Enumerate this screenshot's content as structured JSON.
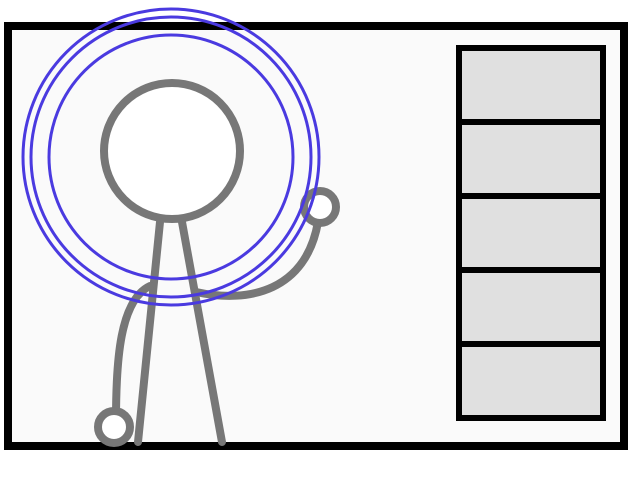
{
  "scene": {
    "frame_border_color": "#000000",
    "canvas_background": "#fafafa",
    "figure_stroke_color": "#777777",
    "selection_ring_color": "#4a3ae0",
    "slot_fill_color": "#e0e0e0"
  },
  "sidebar": {
    "slots": [
      {
        "id": "slot-1",
        "label": ""
      },
      {
        "id": "slot-2",
        "label": ""
      },
      {
        "id": "slot-3",
        "label": ""
      },
      {
        "id": "slot-4",
        "label": ""
      },
      {
        "id": "slot-5",
        "label": ""
      }
    ]
  }
}
